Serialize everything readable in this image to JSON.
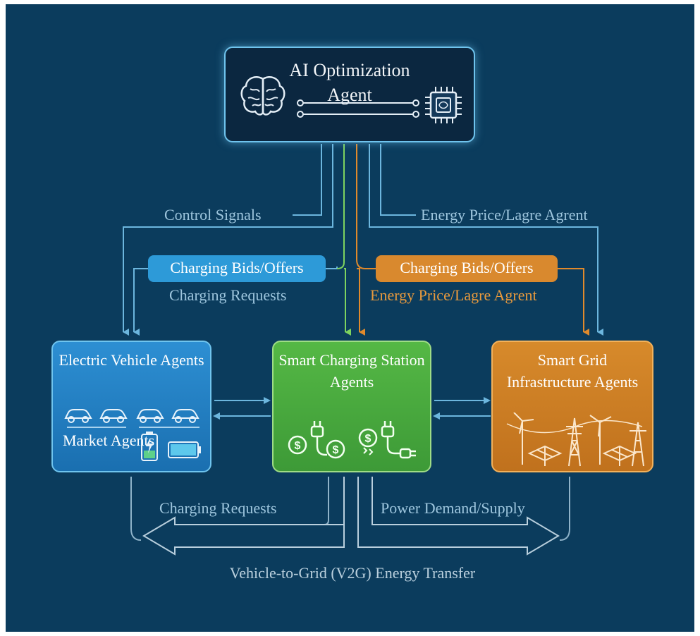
{
  "ai_agent": {
    "title": "AI Optimization Agent",
    "icons": [
      "brain-icon",
      "circuit-lines-icon",
      "chip-icon"
    ]
  },
  "labels": {
    "control_signals": "Control Signals",
    "energy_price_top": "Energy Price/Lagre Agrent",
    "charging_bids_blue": "Charging Bids/Offers",
    "charging_requests_mid": "Charging Requests",
    "charging_bids_orange": "Charging Bids/Offers",
    "energy_price_orange": "Energy Price/Lagre Agrent",
    "charging_requests_bottom": "Charging Requests",
    "power_demand_supply": "Power Demand/Supply",
    "v2g": "Vehicle-to-Grid (V2G) Energy Transfer"
  },
  "agents": {
    "ev": {
      "title": "Electric Vehicle Agents",
      "sub_label": "Market Agents",
      "icons": [
        "car-icon",
        "car-icon",
        "car-icon",
        "car-icon",
        "battery-charging-icon",
        "battery-full-icon"
      ]
    },
    "station": {
      "title": "Smart Charging Station Agents",
      "icons": [
        "plug-coin-icon",
        "plug-coin-icon"
      ]
    },
    "grid": {
      "title": "Smart Grid Infrastructure Agents",
      "icons": [
        "wind-turbine-icon",
        "solar-panel-icon",
        "transmission-tower-icon"
      ]
    }
  },
  "colors": {
    "background": "#0b3c5d",
    "blue_arrow": "#6cb6de",
    "orange_arrow": "#e08a2c",
    "green_arrow": "#7ed35f",
    "ev_box": "#2d8fd3",
    "station_box": "#55b845",
    "grid_box": "#d78a2b"
  }
}
